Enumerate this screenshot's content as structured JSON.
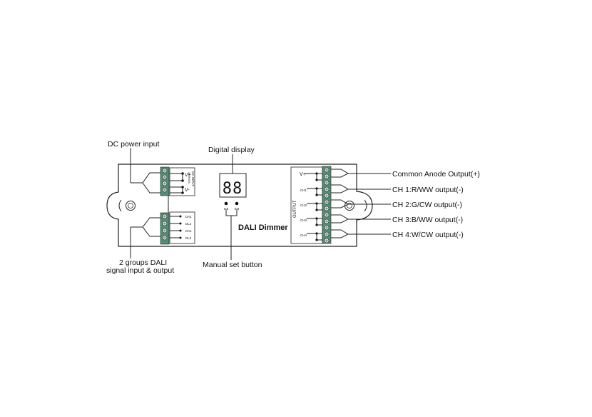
{
  "device": {
    "title": "DALI Dimmer",
    "input_block": {
      "pos": "V+",
      "neg": "V-",
      "side_text": "DC INPUT",
      "side_subtext": "12-36VDC"
    },
    "dali_block": {
      "pins": [
        "DA1",
        "DL2",
        "DA1",
        "DL2"
      ]
    },
    "output_block": {
      "side_text": "OUTPUT",
      "pos": "V+",
      "channels": [
        "CH1",
        "CH2",
        "CH3",
        "CH4"
      ]
    },
    "display_digits": "88",
    "button_labels": [
      "0-9",
      "0-9"
    ]
  },
  "callouts": {
    "dc_power_input": "DC power input",
    "digital_display": "Digital display",
    "dali_signal_line1": "2 groups DALI",
    "dali_signal_line2": "signal input & output",
    "manual_set_button": "Manual set button",
    "common_anode": "Common Anode Output(+)",
    "ch1": "CH 1:R/WW output(-)",
    "ch2": "CH 2:G/CW output(-)",
    "ch3": "CH 3:B/WW output(-)",
    "ch4": "CH 4:W/CW output(-)"
  },
  "colors": {
    "terminal_green": "#4f8f73",
    "line": "#222222"
  }
}
